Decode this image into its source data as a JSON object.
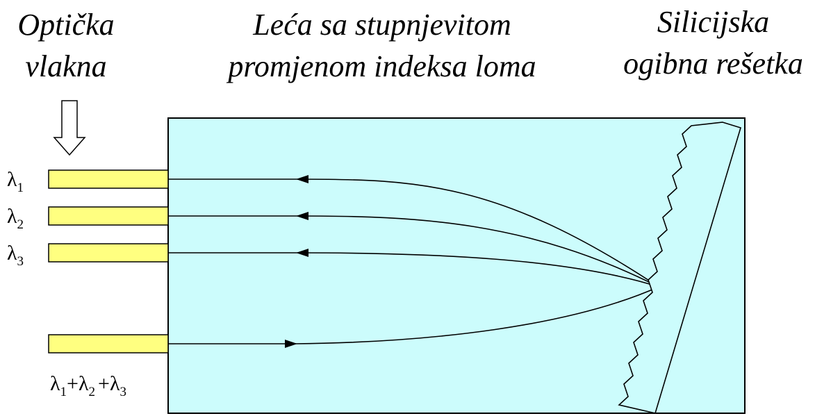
{
  "labels": {
    "fibers_line1": "Optička",
    "fibers_line2": "vlakna",
    "lens_line1": "Leća sa stupnjevitom",
    "lens_line2": "promjenom indeksa loma",
    "grating_line1": "Silicijska",
    "grating_line2": "ogibna rešetka"
  },
  "wavelengths": {
    "symbol": "λ",
    "output": [
      {
        "sub": "1"
      },
      {
        "sub": "2"
      },
      {
        "sub": "3"
      }
    ],
    "input": {
      "terms": [
        {
          "sym": "λ",
          "sub": "1"
        },
        {
          "sym": "λ",
          "sub": "2"
        },
        {
          "sym": "λ",
          "sub": "3"
        }
      ],
      "operator": "+"
    }
  },
  "colors": {
    "lens_fill": "#ccfcfc",
    "fiber_fill": "#ffff80",
    "grating_fill": "#ccfcfc",
    "stroke": "#000000"
  }
}
